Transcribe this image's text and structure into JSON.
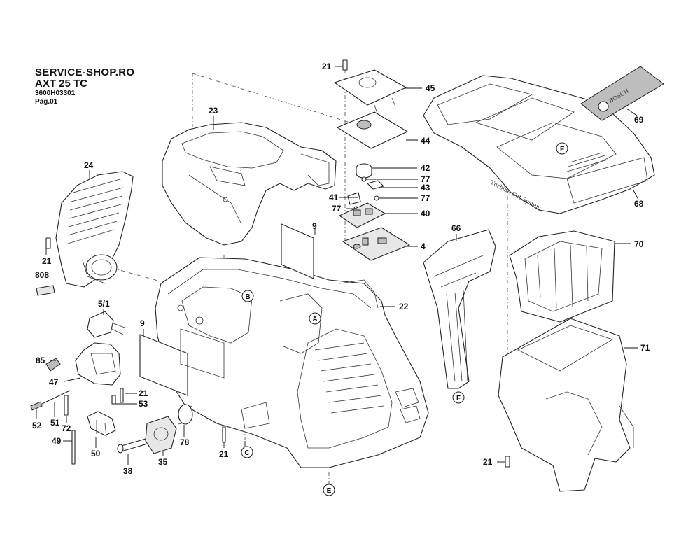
{
  "header": {
    "brand": "SERVICE-SHOP.RO",
    "model": "AXT 25 TC",
    "code": "3600H03301",
    "page": "Pag.01"
  },
  "parts": {
    "p21a": "21",
    "p45": "45",
    "p44": "44",
    "p42": "42",
    "p77a": "77",
    "p43": "43",
    "p41": "41",
    "p77b": "77",
    "p77c": "77",
    "p40": "40",
    "p4": "4",
    "p23": "23",
    "p24": "24",
    "p21b": "21",
    "p808": "808",
    "p9a": "9",
    "p22": "22",
    "p51x": "5/1",
    "p9b": "9",
    "p85": "85",
    "p47": "47",
    "p21c": "21",
    "p53": "53",
    "p52": "52",
    "p51": "51",
    "p72": "72",
    "p49": "49",
    "p50": "50",
    "p38": "38",
    "p35": "35",
    "p78": "78",
    "p21d": "21",
    "p66": "66",
    "p69": "69",
    "p68": "68",
    "p70": "70",
    "p71": "71",
    "p21e": "21"
  },
  "markers": {
    "A": "A",
    "B": "B",
    "C": "C",
    "E": "E",
    "F1": "F",
    "F2": "F"
  },
  "embossed": {
    "brand": "BOSCH",
    "hopper_text": "Turbine Cut System"
  }
}
